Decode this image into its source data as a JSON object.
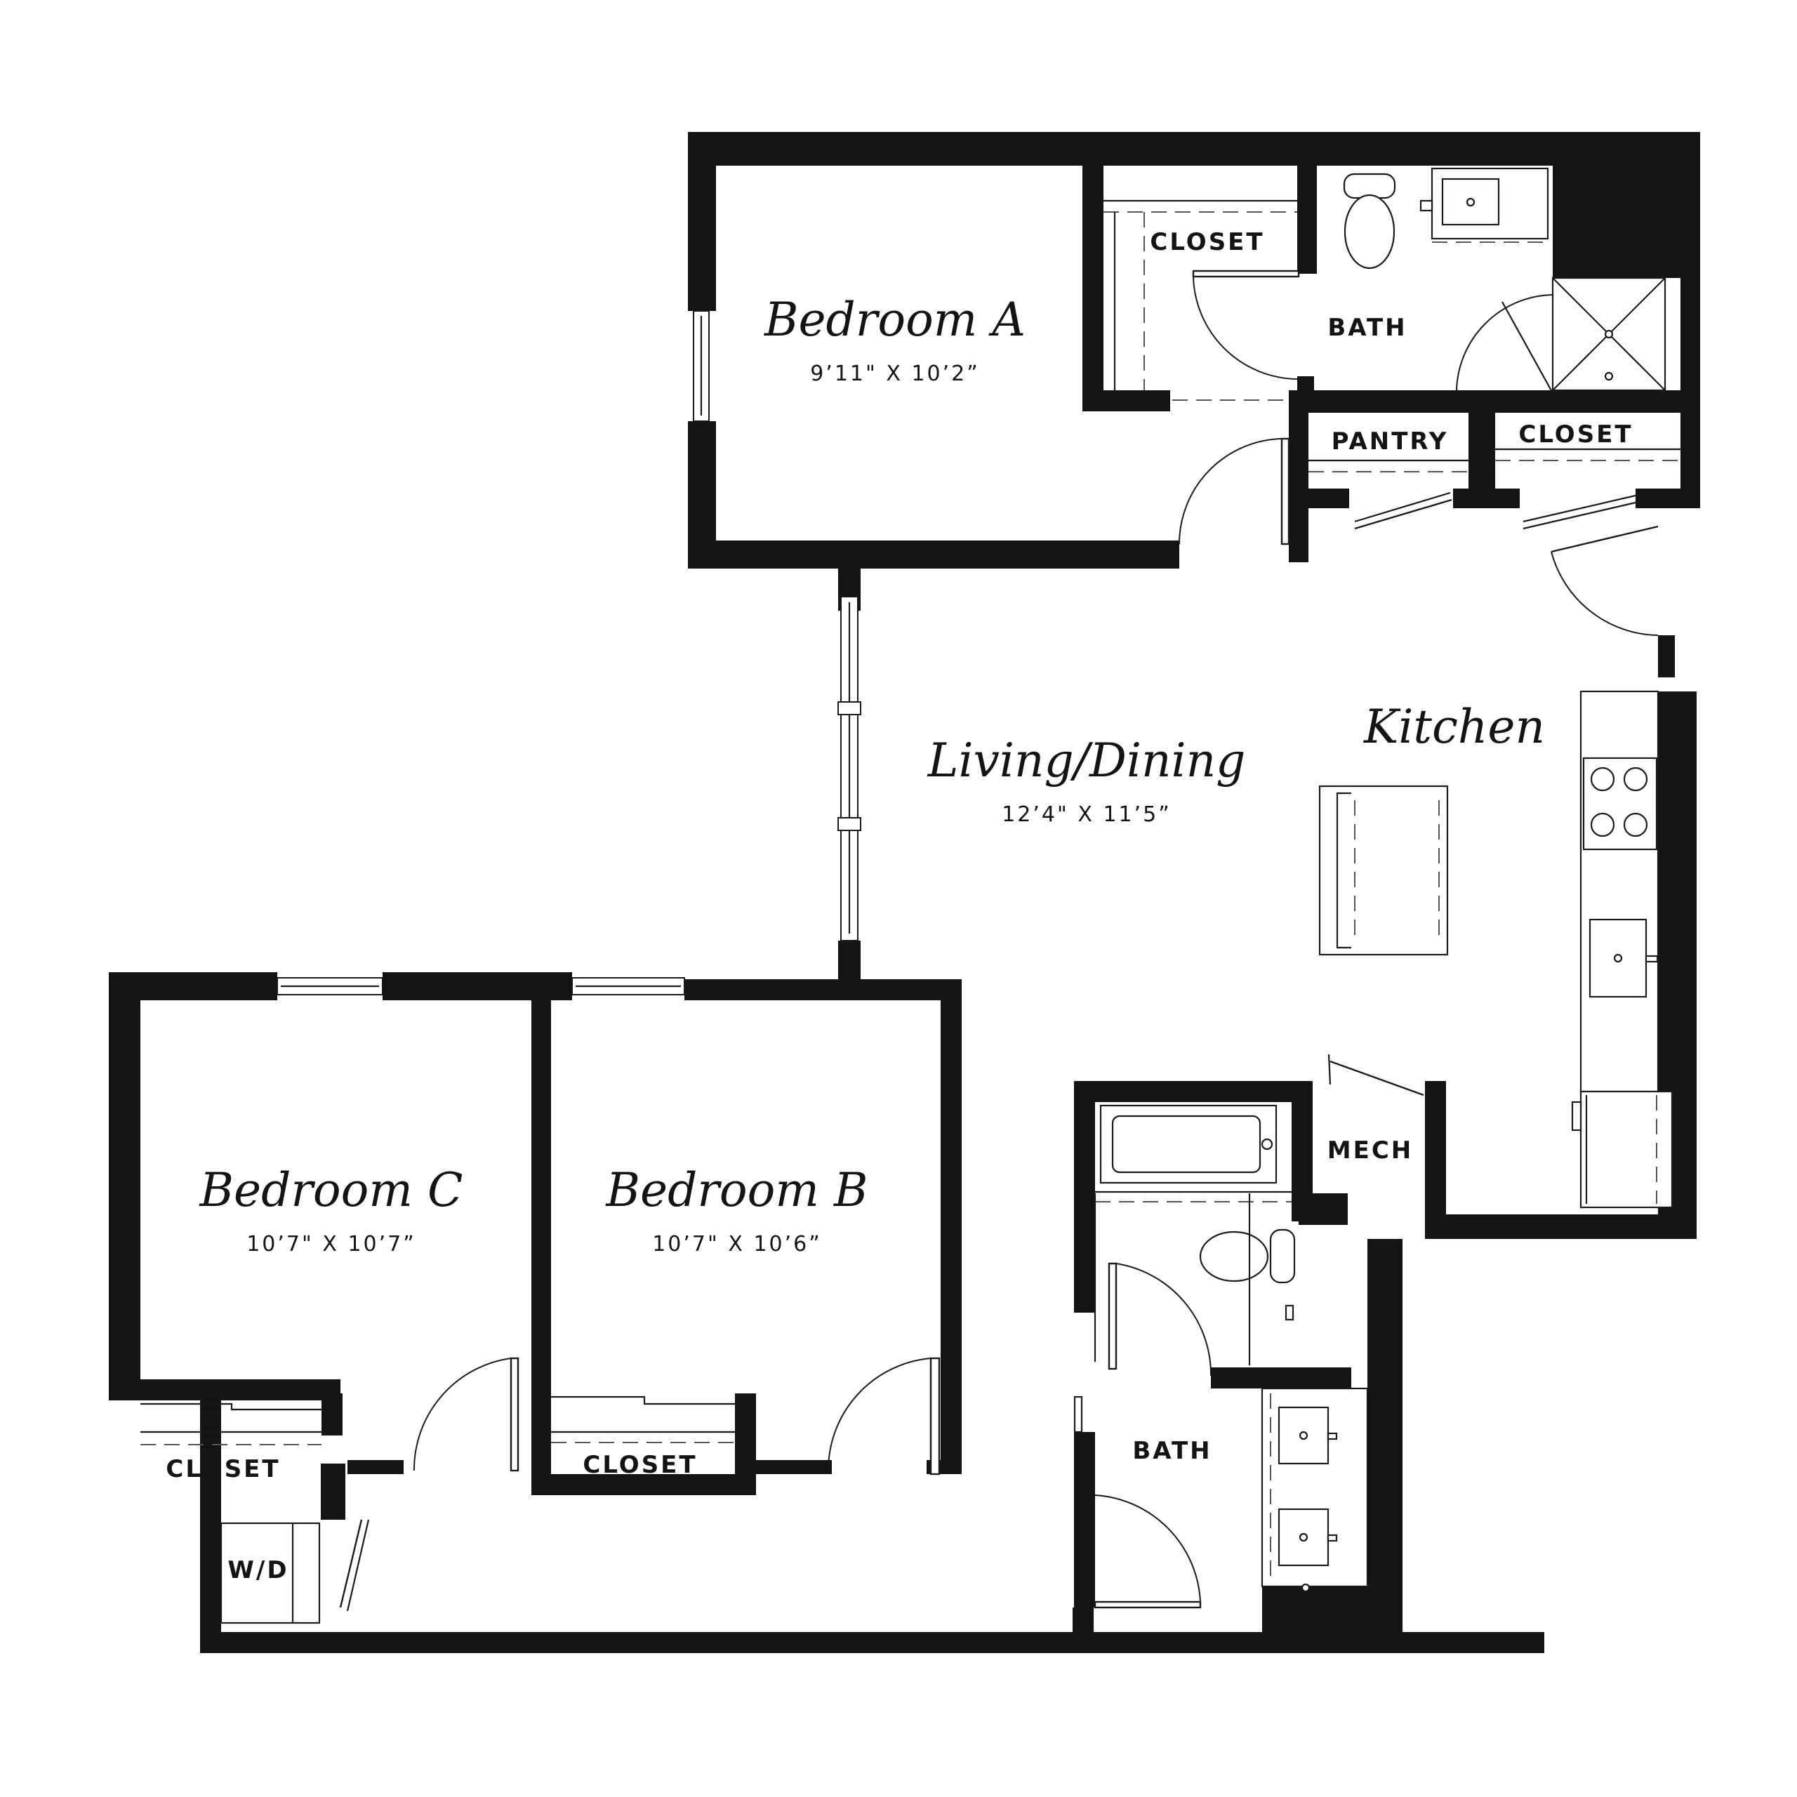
{
  "rooms": {
    "bedroom_a": {
      "name": "Bedroom A",
      "dims": "9’11\" X 10’2”"
    },
    "living": {
      "name": "Living/Dining",
      "dims": "12’4\" X 11’5”"
    },
    "kitchen": {
      "name": "Kitchen"
    },
    "bedroom_c": {
      "name": "Bedroom C",
      "dims": "10’7\" X 10’7”"
    },
    "bedroom_b": {
      "name": "Bedroom B",
      "dims": "10’7\" X 10’6”"
    }
  },
  "labels": {
    "closet_a": "CLOSET",
    "bath_1": "BATH",
    "pantry": "PANTRY",
    "closet_hall": "CLOSET",
    "mech": "MECH",
    "bath_2": "BATH",
    "closet_c": "CLOSET",
    "closet_b": "CLOSET",
    "wd": "W/D"
  }
}
